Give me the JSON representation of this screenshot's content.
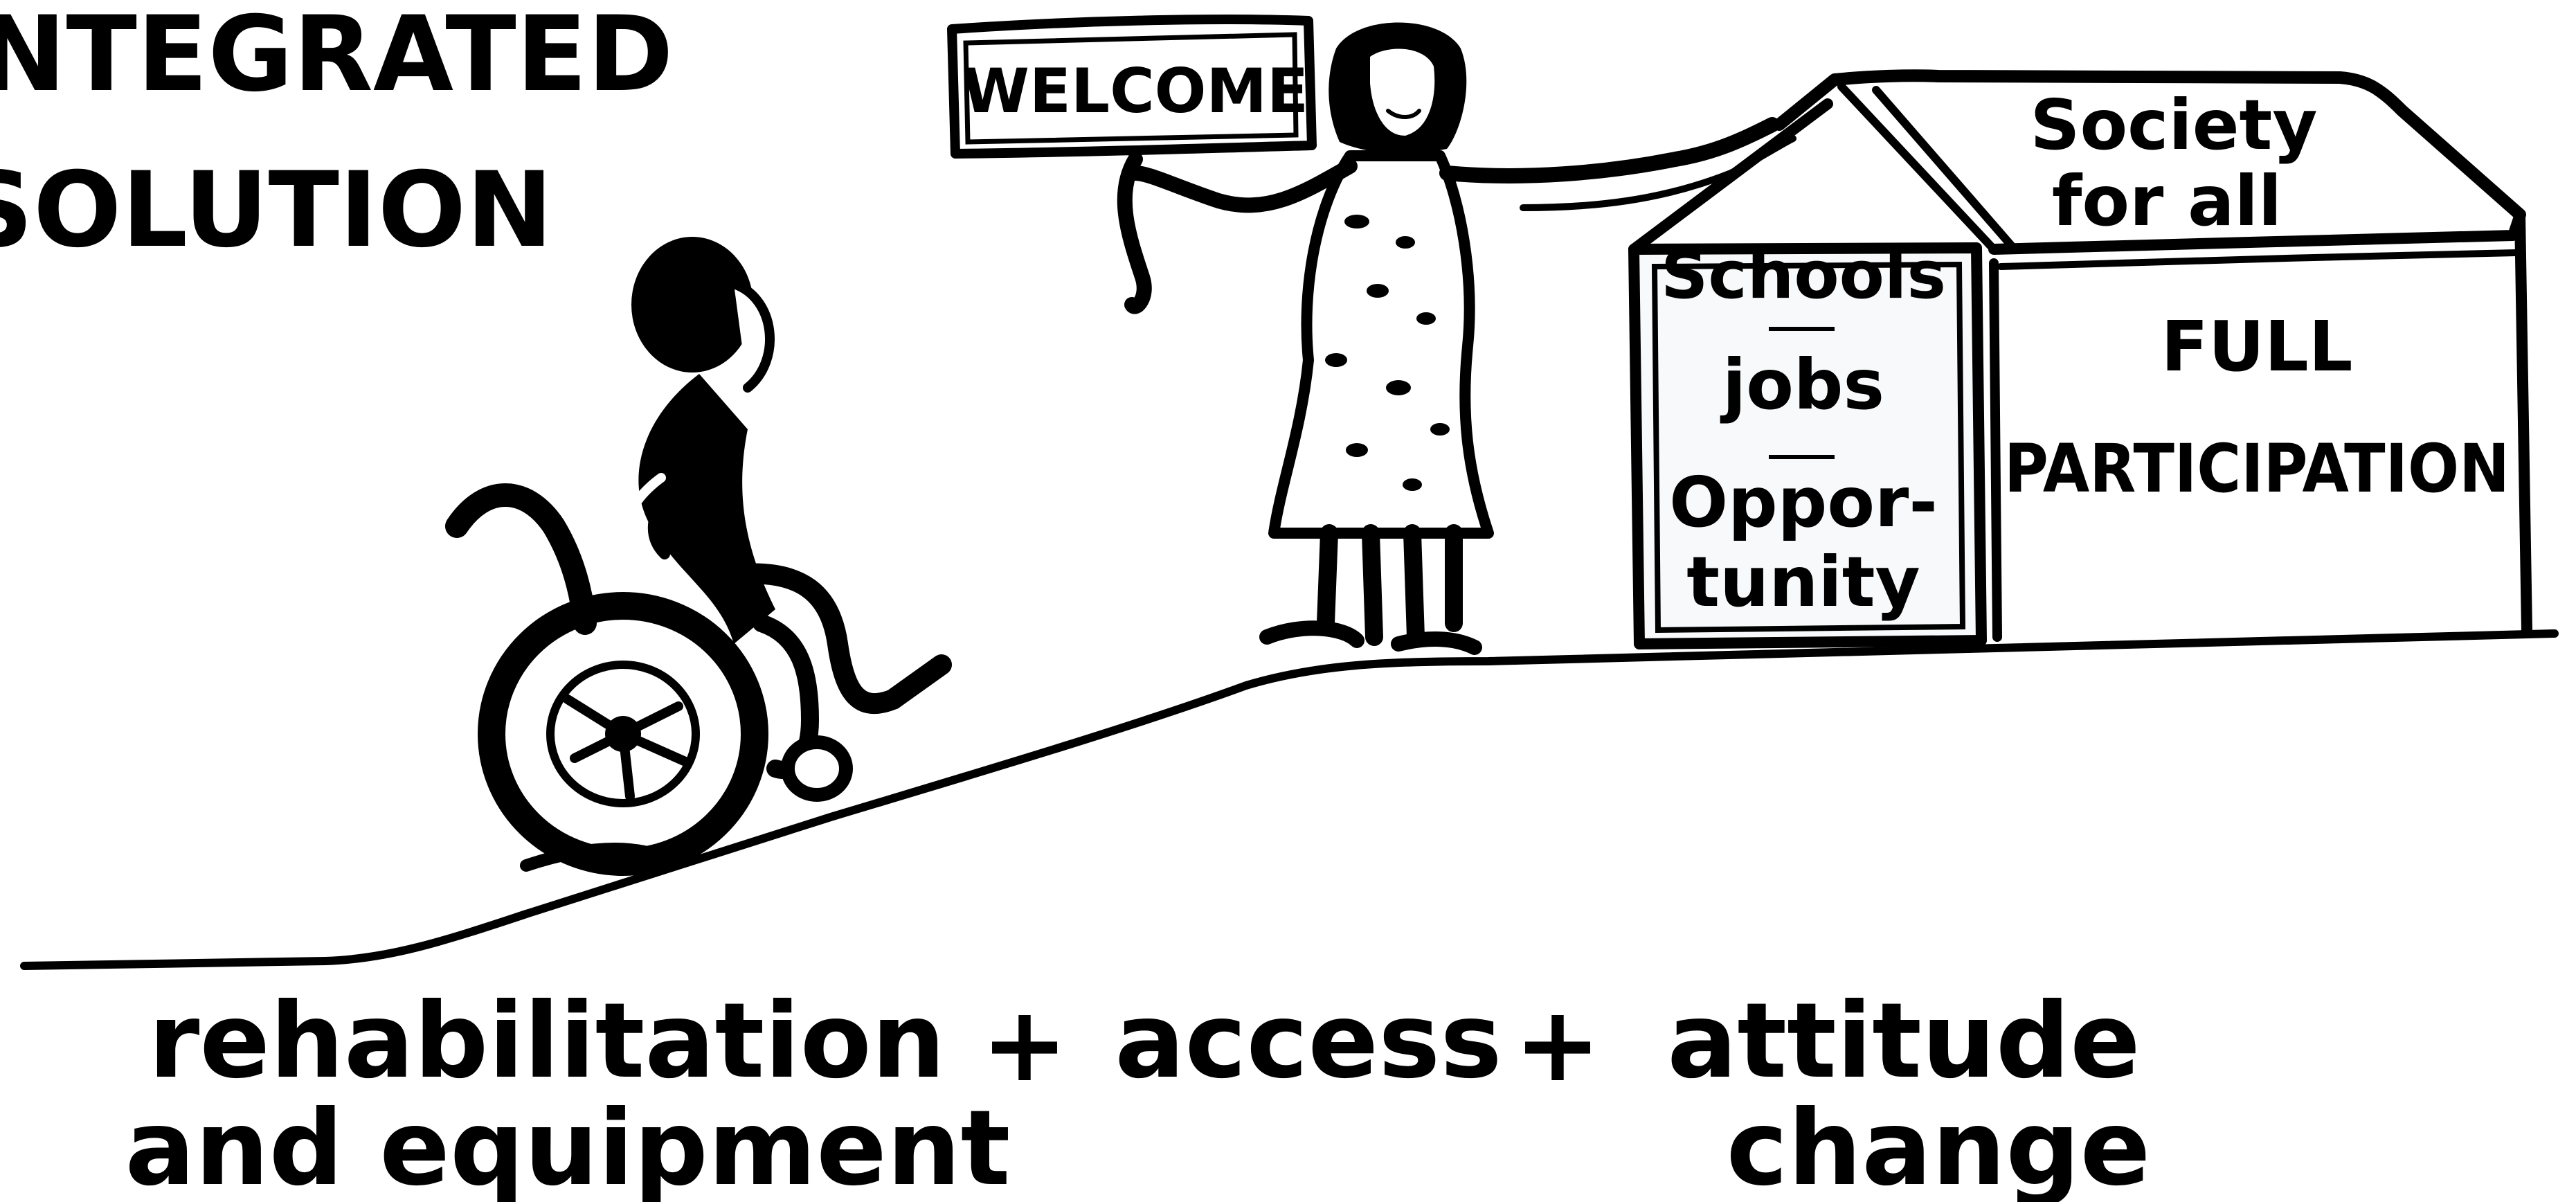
{
  "title": {
    "line1": "NTEGRATED",
    "line2": "SOLUTION"
  },
  "sign": {
    "text": "WELCOME"
  },
  "roof_sign": {
    "line1": "Society",
    "line2": "for all"
  },
  "doorway": {
    "line1": "Schools",
    "line2": "jobs",
    "line3": "Oppor-",
    "line4": "tunity"
  },
  "hall": {
    "line1": "FULL",
    "line2": "PARTICIPATION"
  },
  "equation": {
    "term1_line1": "rehabilitation",
    "term1_line2": "and equipment",
    "plus1": "+",
    "term2": "access",
    "plus2": "+",
    "term3_line1": "attitude",
    "term3_line2": "change"
  },
  "icons": [
    "wheelchair-user-figure",
    "welcoming-woman-figure",
    "house-building"
  ],
  "colors": {
    "ink": "#000000",
    "paper": "#ffffff",
    "door_fill": "#f7f9fa"
  }
}
